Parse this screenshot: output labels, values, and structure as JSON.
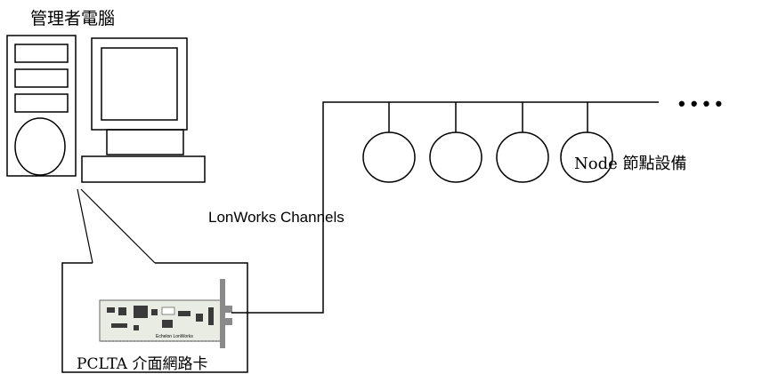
{
  "labels": {
    "computer": "管理者電腦",
    "channel": "LonWorks Channels",
    "node": "Node 節點設備",
    "card": "PCLTA 介面網路卡",
    "card_print": "Echelon  LonWorks"
  },
  "ellipsis": "• • • •",
  "colors": {
    "line": "#000000",
    "board": "#e9ece2",
    "chip": "#3a3a3a",
    "bracket": "#8a8a8a"
  },
  "node_count": 4
}
